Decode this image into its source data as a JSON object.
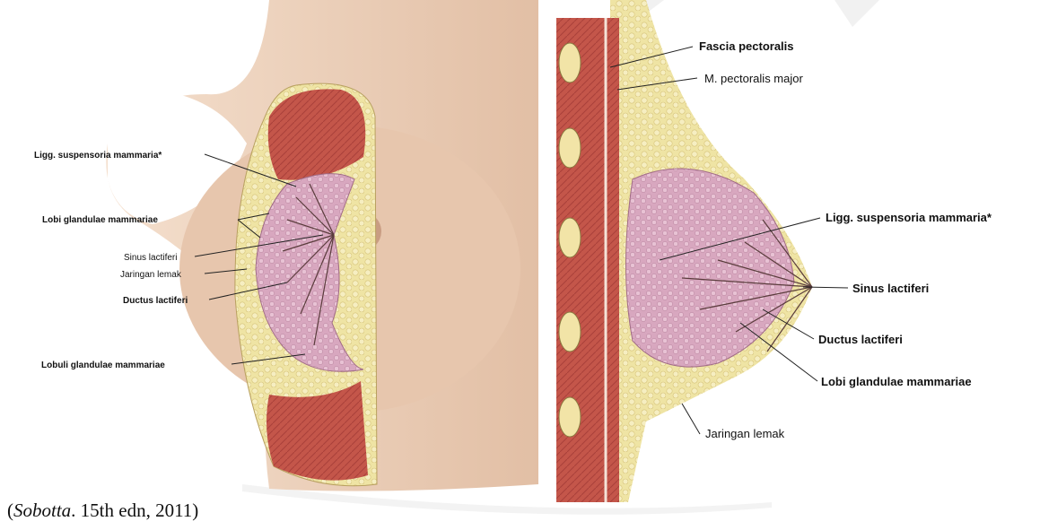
{
  "figure": {
    "left_labels": {
      "ligg_suspensoria": "Ligg. suspensoria mammaria*",
      "lobi_glandulae": "Lobi glandulae mammariae",
      "sinus_lactiferi": "Sinus lactiferi",
      "jaringan_lemak": "Jaringan lemak",
      "ductus_lactiferi": "Ductus lactiferi",
      "lobuli_glandulae": "Lobuli glandulae mammariae"
    },
    "right_labels": {
      "fascia_pectoralis": "Fascia pectoralis",
      "m_pectoralis_major": "M. pectoralis major",
      "ligg_suspensoria": "Ligg. suspensoria mammaria*",
      "sinus_lactiferi": "Sinus lactiferi",
      "ductus_lactiferi": "Ductus lactiferi",
      "lobi_glandulae": "Lobi glandulae mammariae",
      "jaringan_lemak": "Jaringan lemak"
    },
    "caption": {
      "source": "Sobotta",
      "edition": ". 15th edn, 2011)"
    }
  },
  "colors": {
    "skin": "#ecd2bd",
    "fat": "#efe4a4",
    "muscle": "#c4564a",
    "gland": "#d8a7bf",
    "duct": "#5a3c3c"
  }
}
